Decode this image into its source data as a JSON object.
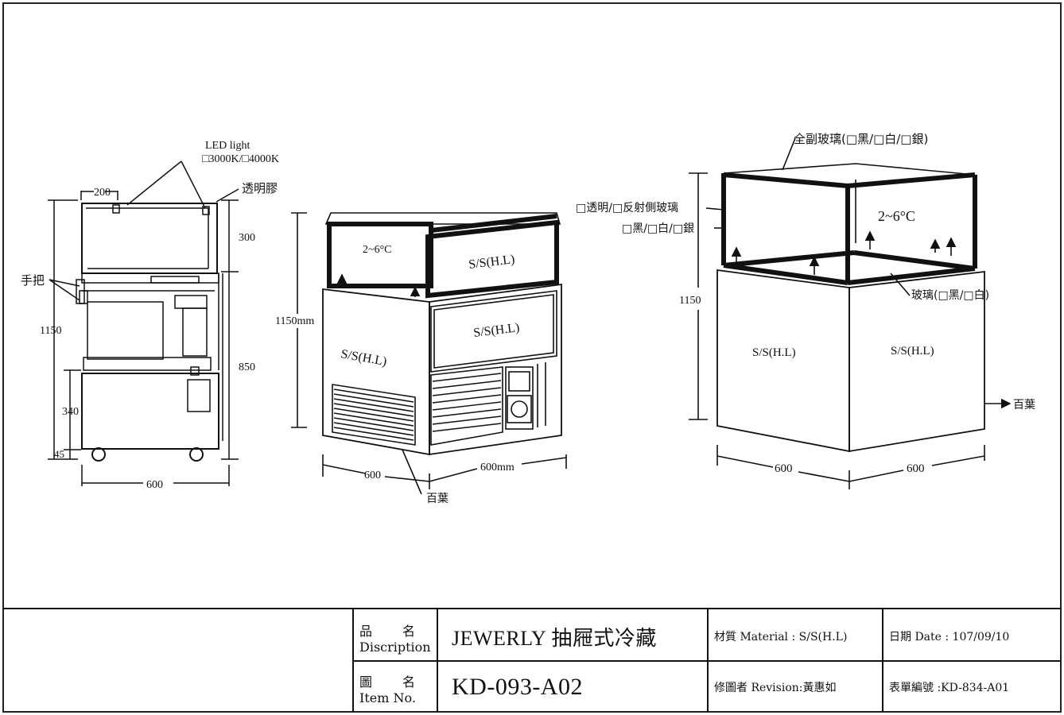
{
  "side_view": {
    "led_label": "LED light",
    "led_options": "□3000K/□4000K",
    "glue_label": "透明膠",
    "handle_label": "手把",
    "dim_top_width": "200",
    "dim_300": "300",
    "dim_1150": "1150",
    "dim_850": "850",
    "dim_340": "340",
    "dim_45": "45",
    "dim_600": "600"
  },
  "front_view": {
    "dim_height": "1150mm",
    "temp": "2~6°C",
    "ss_top": "S/S(H.L)",
    "ss_drawer": "S/S(H.L)",
    "ss_side": "S/S(H.L)",
    "dim_left": "600",
    "dim_right": "600mm",
    "louver": "百葉"
  },
  "iso_view": {
    "full_glass": "全副玻璃(□黑/□白/□銀)",
    "side_glass": "□透明/□反射側玻璃",
    "frame_color": "□黑/□白/□銀",
    "temp": "2~6°C",
    "dim_height": "1150",
    "bottom_glass": "玻璃(□黑/□白)",
    "ss_left": "S/S(H.L)",
    "ss_right": "S/S(H.L)",
    "louver": "百葉",
    "dim_left": "600",
    "dim_right": "600"
  },
  "title_block": {
    "desc_label_cn": "品　　名",
    "desc_label_en": "Discription",
    "desc_value": "JEWERLY 抽屜式冷藏",
    "material": "材質 Material : S/S(H.L)",
    "date": "日期 Date : 107/09/10",
    "item_label_cn": "圖　　名",
    "item_label_en": "Item No.",
    "item_value": "KD-093-A02",
    "revision": "修圖者 Revision:黃惠如",
    "form_no": "表單編號 :KD-834-A01"
  }
}
